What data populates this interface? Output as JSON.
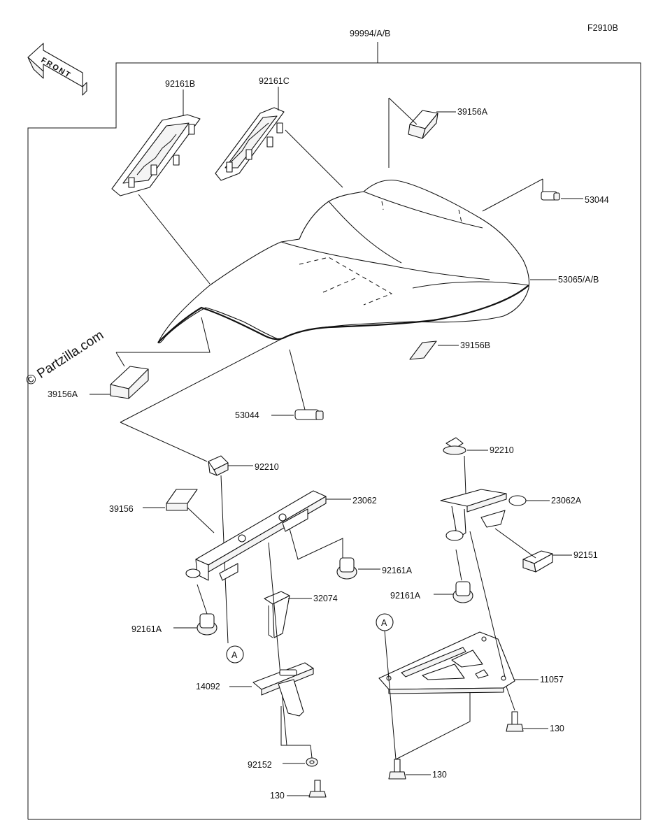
{
  "figure_code": "F2910B",
  "front_indicator": "FRONT",
  "watermark": "© Partzilla.com",
  "assembly_label": "99994/A/B",
  "circle_marker": "A",
  "callouts": {
    "p92161B": "92161B",
    "p92161C": "92161C",
    "p39156A_top": "39156A",
    "p53044_right": "53044",
    "p53065": "53065/A/B",
    "p39156B": "39156B",
    "p39156A_left": "39156A",
    "p53044_mid": "53044",
    "p92210_left": "92210",
    "p92210_right": "92210",
    "p23062": "23062",
    "p23062A": "23062A",
    "p39156": "39156",
    "p92161A_mid": "92161A",
    "p92161A_right": "92161A",
    "p92151": "92151",
    "p32074": "32074",
    "p92161A_left": "92161A",
    "p11057": "11057",
    "p14092": "14092",
    "p130_right": "130",
    "p130_mid": "130",
    "p92152": "92152",
    "p130_bottom": "130"
  }
}
